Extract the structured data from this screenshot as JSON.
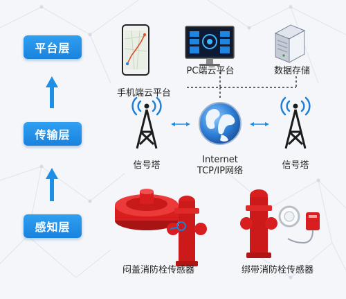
{
  "layers": {
    "platform": "平台层",
    "transport": "传输层",
    "perception": "感知层"
  },
  "nodes": {
    "mobile_platform": "手机端云平台",
    "pc_platform": "PC端云平台",
    "data_storage": "数据存储",
    "tower_left": "信号塔",
    "tower_right": "信号塔",
    "internet_line1": "Internet",
    "internet_line2": "TCP/IP网络",
    "sensor_lid": "闷盖消防栓传感器",
    "sensor_strap": "绑带消防栓传感器"
  },
  "colors": {
    "layer_button": "#1a82dd",
    "arrow": "#1e8fe6",
    "hydrant_red": "#d81e1e",
    "tower_black": "#1c1c1c",
    "signal_blue": "#1d7fd8"
  }
}
